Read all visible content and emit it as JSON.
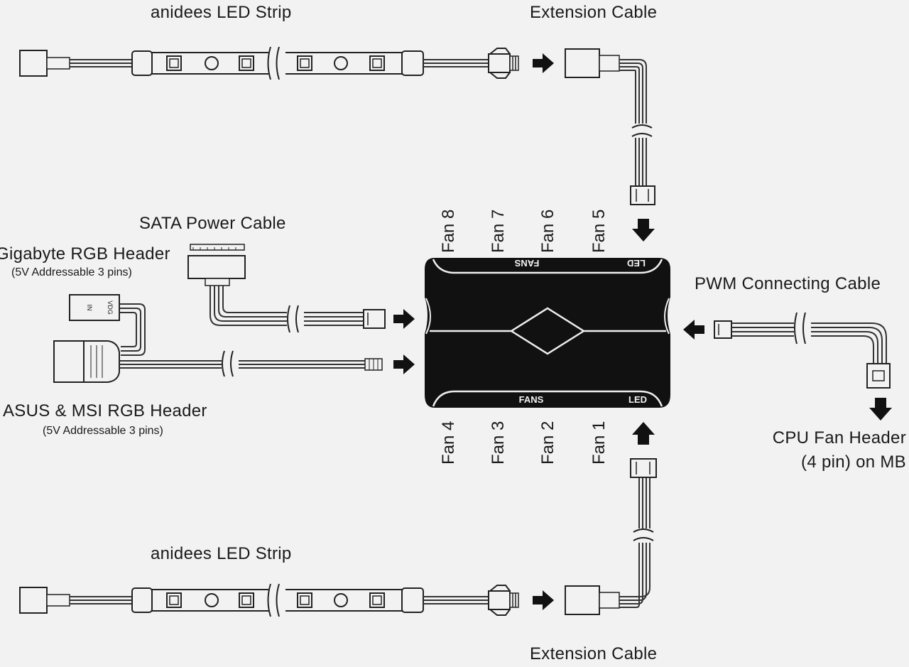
{
  "labels": {
    "led_strip_top": "anidees LED Strip",
    "extension_cable_top": "Extension Cable",
    "sata_power_cable": "SATA Power Cable",
    "gigabyte_header": "Gigabyte RGB Header",
    "gigabyte_header_sub": "(5V Addressable 3 pins)",
    "asus_msi_header": "ASUS & MSI RGB Header",
    "asus_msi_header_sub": "(5V Addressable 3 pins)",
    "pwm_cable": "PWM Connecting Cable",
    "cpu_fan_header_line1": "CPU Fan Header",
    "cpu_fan_header_line2": "(4 pin) on MB",
    "led_strip_bottom": "anidees LED Strip",
    "extension_cable_bottom": "Extension Cable"
  },
  "hub": {
    "top_fans": "FANS",
    "top_led": "LED",
    "bottom_fans": "FANS",
    "bottom_led": "LED"
  },
  "fans_top": [
    "Fan 8",
    "Fan 7",
    "Fan 6",
    "Fan 5"
  ],
  "fans_bottom": [
    "Fan 4",
    "Fan 3",
    "Fan 2",
    "Fan 1"
  ],
  "gigabyte_plug_pins": [
    "IN",
    "VDG"
  ],
  "colors": {
    "background": "#f2f2f2",
    "ink": "#1a1a1a",
    "hub": "#111111"
  }
}
